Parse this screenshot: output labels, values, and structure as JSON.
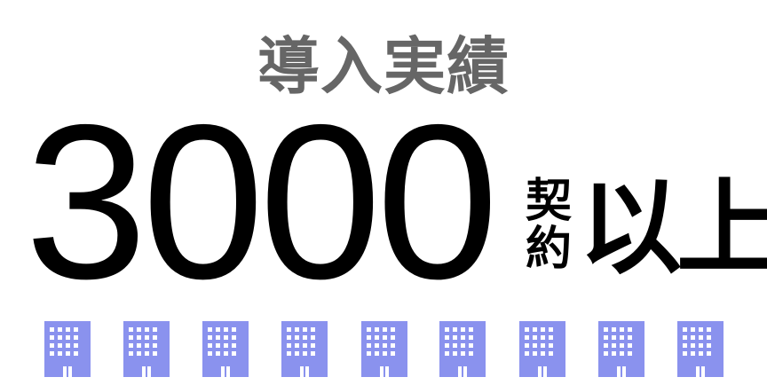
{
  "header": {
    "title": "導入実績"
  },
  "stat": {
    "number": "3000",
    "unit_small_top": "契",
    "unit_small_bottom": "約",
    "unit_large": "以上"
  },
  "icons": {
    "building_icon": "building-icon",
    "count": 9,
    "color": "#8A92EE",
    "positions_x": [
      50,
      139,
      228,
      317,
      407,
      495,
      585,
      674,
      763
    ]
  },
  "colors": {
    "title": "#666666",
    "number": "#000000",
    "background": "#FFFFFF",
    "icon": "#8A92EE"
  }
}
